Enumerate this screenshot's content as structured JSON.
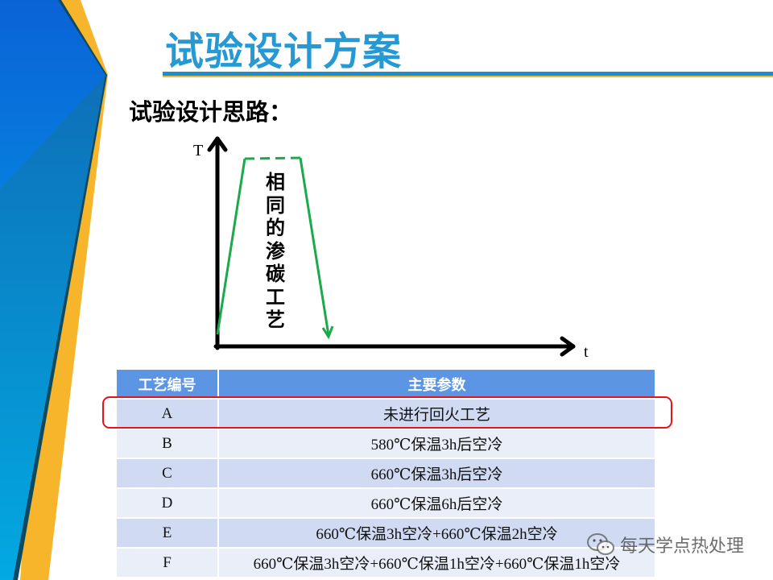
{
  "title": "试验设计方案",
  "subtitle": "试验设计思路：",
  "diagram": {
    "y_axis_label": "T",
    "x_axis_label": "t",
    "annotation": "相同的渗碳工艺",
    "line_color": "#1aaa4a"
  },
  "table": {
    "headers": [
      "工艺编号",
      "主要参数"
    ],
    "rows": [
      {
        "id": "A",
        "params": "未进行回火工艺",
        "highlighted": true
      },
      {
        "id": "B",
        "params": "580℃保温3h后空冷"
      },
      {
        "id": "C",
        "params": "660℃保温3h后空冷"
      },
      {
        "id": "D",
        "params": "660℃保温6h后空冷"
      },
      {
        "id": "E",
        "params": "660℃保温3h空冷+660℃保温2h空冷"
      },
      {
        "id": "F",
        "params": "660℃保温3h空冷+660℃保温1h空冷+660℃保温1h空冷"
      }
    ]
  },
  "watermark": {
    "icon": "wechat-icon",
    "text": "每天学点热处理"
  },
  "colors": {
    "title": "#2599d4",
    "header_bg": "#5b95e4",
    "highlight": "#e8131a",
    "accent_yellow": "#f5b43a"
  }
}
